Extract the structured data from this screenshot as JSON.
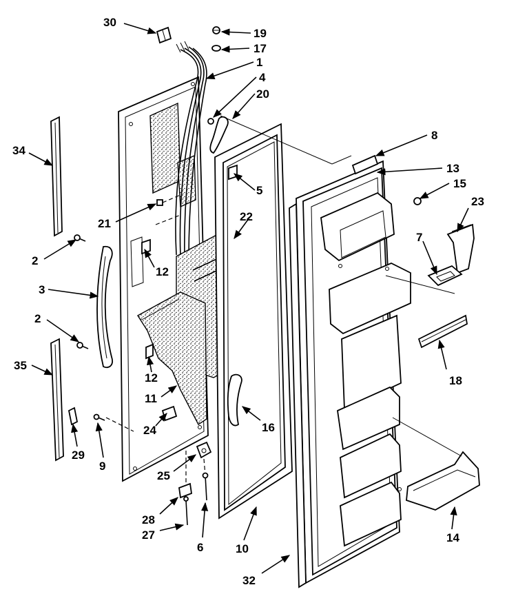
{
  "diagram": {
    "callouts": [
      {
        "id": "p30",
        "text": "30"
      },
      {
        "id": "p19",
        "text": "19"
      },
      {
        "id": "p17",
        "text": "17"
      },
      {
        "id": "p1",
        "text": "1"
      },
      {
        "id": "p4",
        "text": "4"
      },
      {
        "id": "p20",
        "text": "20"
      },
      {
        "id": "p8",
        "text": "8"
      },
      {
        "id": "p34",
        "text": "34"
      },
      {
        "id": "p13",
        "text": "13"
      },
      {
        "id": "p15",
        "text": "15"
      },
      {
        "id": "p5",
        "text": "5"
      },
      {
        "id": "p23",
        "text": "23"
      },
      {
        "id": "p21",
        "text": "21"
      },
      {
        "id": "p22",
        "text": "22"
      },
      {
        "id": "p2a",
        "text": "2"
      },
      {
        "id": "p7",
        "text": "7"
      },
      {
        "id": "p12a",
        "text": "12"
      },
      {
        "id": "p3",
        "text": "3"
      },
      {
        "id": "p2b",
        "text": "2"
      },
      {
        "id": "p35",
        "text": "35"
      },
      {
        "id": "p12b",
        "text": "12"
      },
      {
        "id": "p18",
        "text": "18"
      },
      {
        "id": "p11",
        "text": "11"
      },
      {
        "id": "p24",
        "text": "24"
      },
      {
        "id": "p16",
        "text": "16"
      },
      {
        "id": "p29",
        "text": "29"
      },
      {
        "id": "p9",
        "text": "9"
      },
      {
        "id": "p25",
        "text": "25"
      },
      {
        "id": "p28",
        "text": "28"
      },
      {
        "id": "p27",
        "text": "27"
      },
      {
        "id": "p6",
        "text": "6"
      },
      {
        "id": "p10",
        "text": "10"
      },
      {
        "id": "p14",
        "text": "14"
      },
      {
        "id": "p32",
        "text": "32"
      }
    ]
  }
}
